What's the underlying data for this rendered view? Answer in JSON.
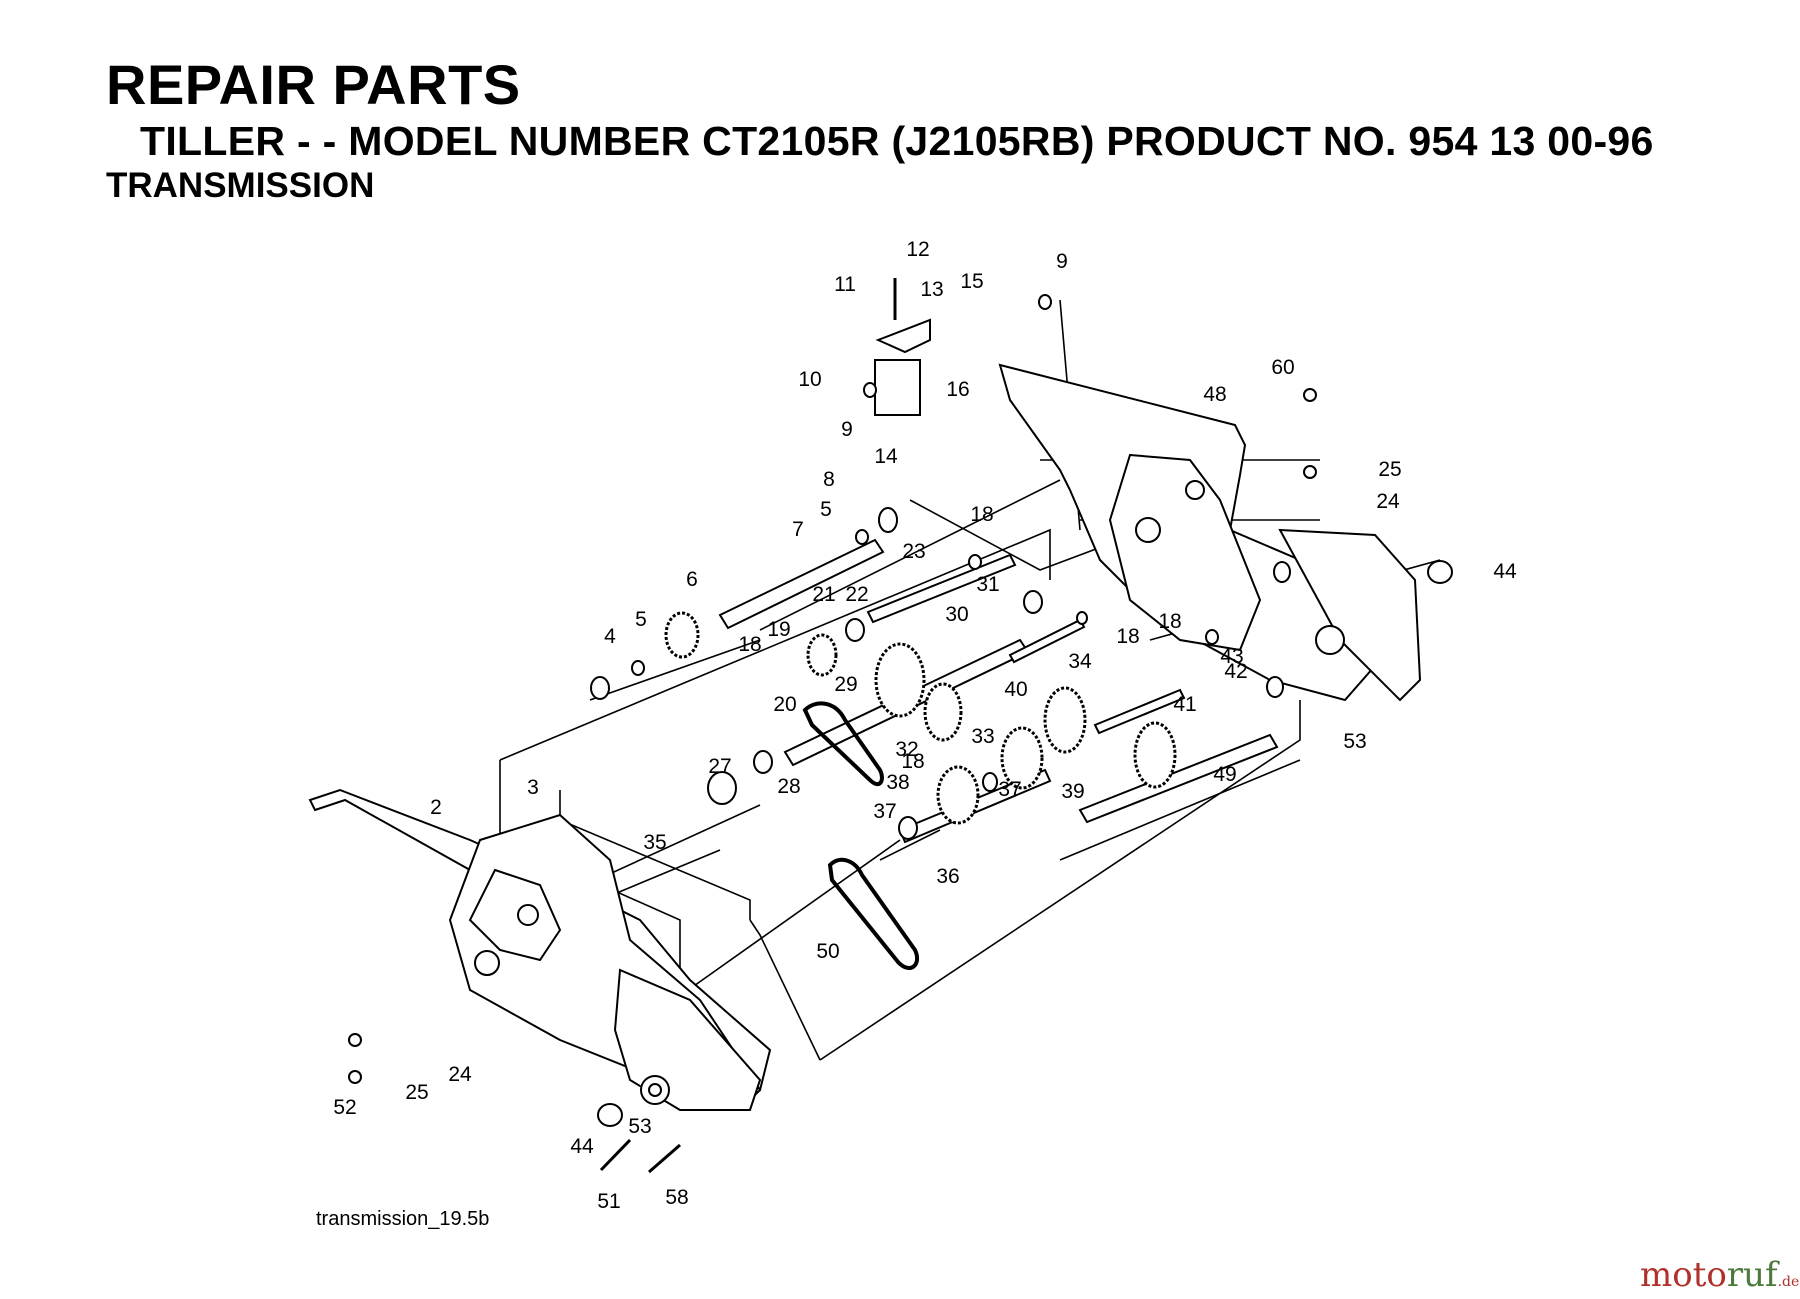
{
  "header": {
    "title": "REPAIR PARTS",
    "subtitle": "TILLER - - MODEL NUMBER CT2105R (J2105RB) PRODUCT NO. 954 13 00-96",
    "section": "TRANSMISSION"
  },
  "diagram": {
    "caption": "transmission_19.5b",
    "callouts": [
      "12",
      "11",
      "13",
      "15",
      "9",
      "10",
      "16",
      "9",
      "14",
      "48",
      "60",
      "25",
      "24",
      "8",
      "5",
      "18",
      "7",
      "23",
      "44",
      "6",
      "31",
      "22",
      "21",
      "5",
      "30",
      "18",
      "18",
      "4",
      "19",
      "18",
      "34",
      "42",
      "43",
      "20",
      "29",
      "40",
      "41",
      "33",
      "32",
      "18",
      "53",
      "27",
      "38",
      "28",
      "37",
      "39",
      "49",
      "37",
      "2",
      "3",
      "35",
      "36",
      "50",
      "24",
      "25",
      "52",
      "53",
      "44",
      "51",
      "58"
    ]
  },
  "watermark": {
    "part1": "moto",
    "part2": "ruf",
    "part3": ".de"
  }
}
